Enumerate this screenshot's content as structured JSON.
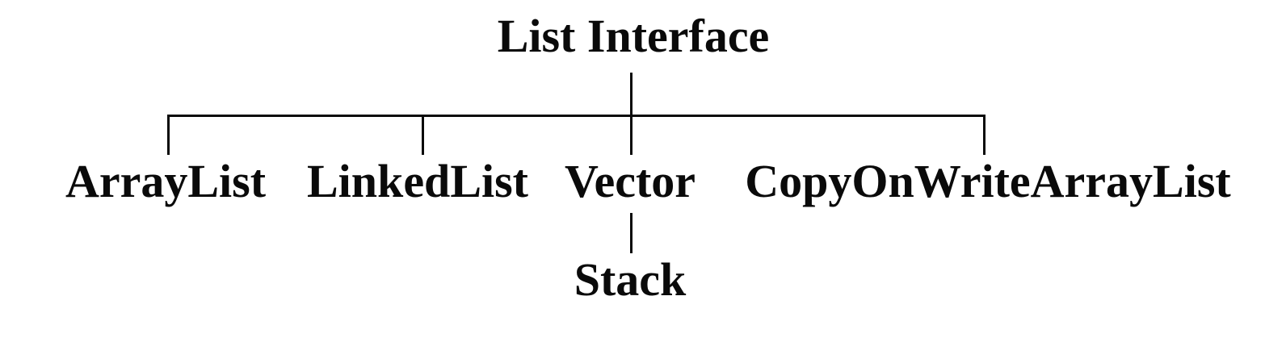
{
  "diagram": {
    "type": "class-hierarchy-tree",
    "nodes": {
      "root": {
        "label": "List Interface"
      },
      "arraylist": {
        "label": "ArrayList"
      },
      "linkedlist": {
        "label": "LinkedList"
      },
      "vector": {
        "label": "Vector"
      },
      "copyonwritearraylist": {
        "label": "CopyOnWriteArrayList"
      },
      "stack": {
        "label": "Stack"
      }
    },
    "edges": [
      {
        "from": "List Interface",
        "to": "ArrayList"
      },
      {
        "from": "List Interface",
        "to": "LinkedList"
      },
      {
        "from": "List Interface",
        "to": "Vector"
      },
      {
        "from": "List Interface",
        "to": "CopyOnWriteArrayList"
      },
      {
        "from": "Vector",
        "to": "Stack"
      }
    ],
    "colors": {
      "text": "#0a0a0a",
      "line": "#0a0a0a",
      "background": "#ffffff"
    }
  }
}
